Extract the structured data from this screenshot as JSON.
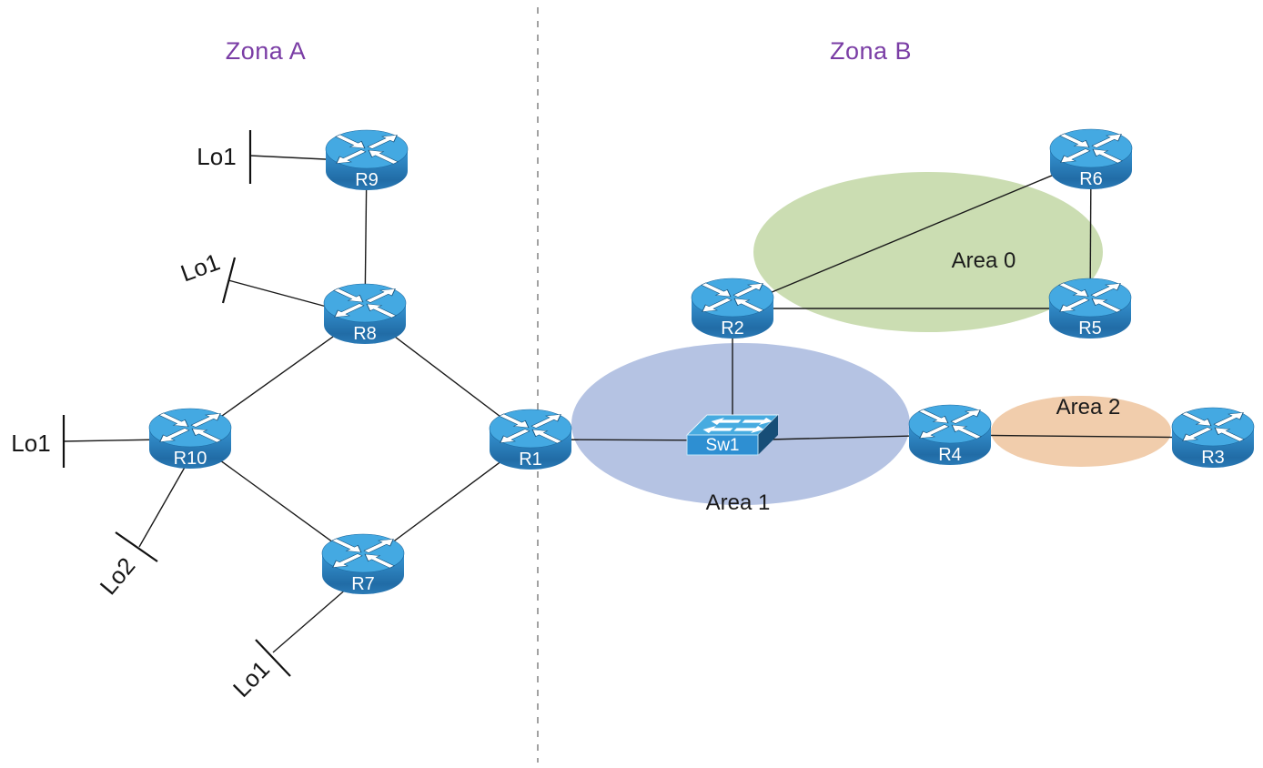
{
  "zones": {
    "left_label": "Zona A",
    "right_label": "Zona B"
  },
  "areas": [
    {
      "id": "area0",
      "label": "Area 0"
    },
    {
      "id": "area1",
      "label": "Area 1"
    },
    {
      "id": "area2",
      "label": "Area 2"
    }
  ],
  "nodes": [
    {
      "id": "R9",
      "label": "R9",
      "type": "router",
      "zone": "Zona A"
    },
    {
      "id": "R8",
      "label": "R8",
      "type": "router",
      "zone": "Zona A"
    },
    {
      "id": "R10",
      "label": "R10",
      "type": "router",
      "zone": "Zona A"
    },
    {
      "id": "R7",
      "label": "R7",
      "type": "router",
      "zone": "Zona A"
    },
    {
      "id": "R1",
      "label": "R1",
      "type": "router",
      "zone": "Zona A"
    },
    {
      "id": "R2",
      "label": "R2",
      "type": "router",
      "zone": "Zona B"
    },
    {
      "id": "R6",
      "label": "R6",
      "type": "router",
      "zone": "Zona B"
    },
    {
      "id": "R5",
      "label": "R5",
      "type": "router",
      "zone": "Zona B"
    },
    {
      "id": "R4",
      "label": "R4",
      "type": "router",
      "zone": "Zona B"
    },
    {
      "id": "R3",
      "label": "R3",
      "type": "router",
      "zone": "Zona B"
    },
    {
      "id": "Sw1",
      "label": "Sw1",
      "type": "switch",
      "zone": "Zona B"
    }
  ],
  "loopbacks": [
    {
      "label": "Lo1",
      "attached_to": "R9"
    },
    {
      "label": "Lo1",
      "attached_to": "R8"
    },
    {
      "label": "Lo1",
      "attached_to": "R10"
    },
    {
      "label": "Lo2",
      "attached_to": "R10"
    },
    {
      "label": "Lo1",
      "attached_to": "R7"
    }
  ],
  "links": [
    [
      "R9",
      "R8"
    ],
    [
      "R8",
      "R10"
    ],
    [
      "R8",
      "R1"
    ],
    [
      "R10",
      "R7"
    ],
    [
      "R7",
      "R1"
    ],
    [
      "R1",
      "Sw1"
    ],
    [
      "Sw1",
      "R2"
    ],
    [
      "Sw1",
      "R4"
    ],
    [
      "R2",
      "R6"
    ],
    [
      "R2",
      "R5"
    ],
    [
      "R5",
      "R6"
    ],
    [
      "R4",
      "R3"
    ]
  ],
  "colors": {
    "zone_title": "#7a3da5",
    "area0": "#cbddb2",
    "area1": "#b5c3e3",
    "area2": "#f1cdac",
    "router_top": "#44a9e2",
    "router_body": "#2b7fbd",
    "link": "#1a1a1a",
    "divider": "#8a8a8a"
  }
}
